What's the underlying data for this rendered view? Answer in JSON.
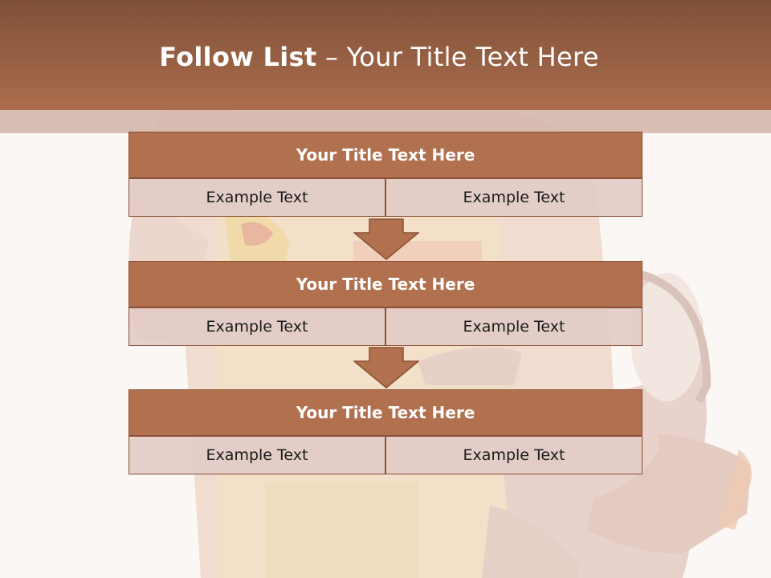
{
  "slide": {
    "title_strong": "Follow List",
    "title_rest": " – Your Title Text Here"
  },
  "blocks": [
    {
      "title": "Your Title Text Here",
      "left_text": "Example Text",
      "right_text": "Example Text"
    },
    {
      "title": "Your Title Text Here",
      "left_text": "Example Text",
      "right_text": "Example Text"
    },
    {
      "title": "Your Title Text Here",
      "left_text": "Example Text",
      "right_text": "Example Text"
    }
  ],
  "colors": {
    "header": "#ab6d4d",
    "block_title": "#b1704e",
    "cell": "#e2cbc5",
    "border": "#8b4f34"
  },
  "icons": [
    "down-arrow-icon",
    "down-arrow-icon"
  ]
}
